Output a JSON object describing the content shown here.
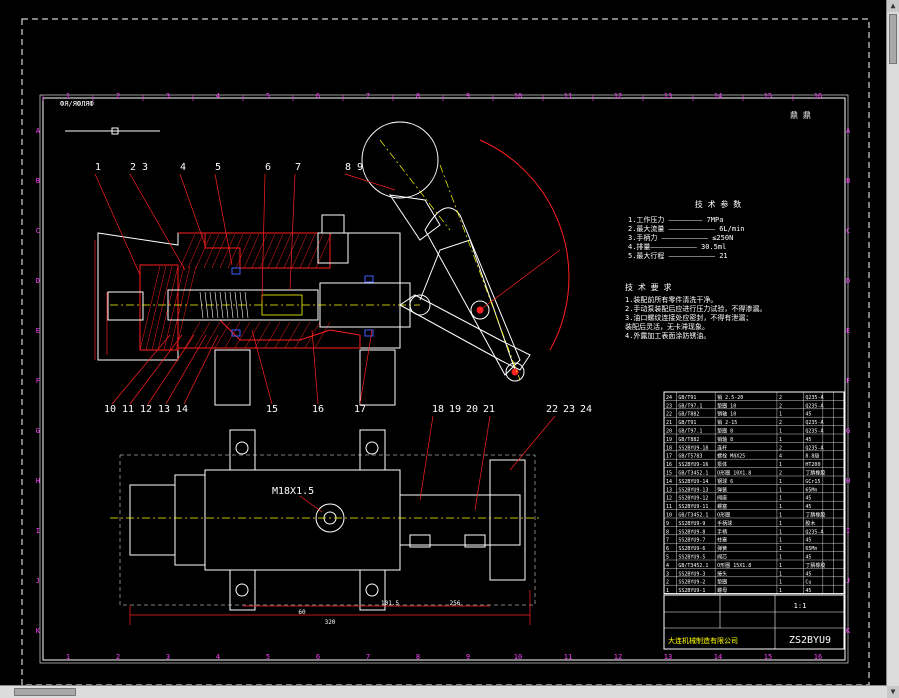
{
  "colors": {
    "background": "#000000",
    "frame": "#ffffff",
    "section_lines": "#ffffff",
    "leader_lines": "#ff2020",
    "dimension": "#ff2020",
    "grid_labels": "#ff40ff",
    "centerline": "#ffff00",
    "hidden_parts": "#ff2020",
    "hatch": "#ff2020",
    "text": "#ffffff",
    "yellow_text": "#ffff00"
  },
  "drawing": {
    "top_left_label": "ФЯ/ЯФЛЯФ",
    "top_right_label": "鼎 鼎",
    "part_numbers_top": [
      "1",
      "2 3",
      "4",
      "5",
      "6",
      "7",
      "8 9"
    ],
    "part_numbers_bottom_left": [
      "10",
      "11",
      "12",
      "13",
      "14"
    ],
    "part_numbers_bottom_mid": [
      "15",
      "16",
      "17"
    ],
    "part_numbers_right": [
      "18",
      "19",
      "20",
      "21",
      "22",
      "23",
      "24"
    ],
    "thread_label": "M18X1.5",
    "dim_bottom_1": "60",
    "dim_bottom_2": "101.5",
    "dim_bottom_3": "256",
    "dim_bottom_total": "320",
    "tech_req_title": "技 术 参 数",
    "tech_req_lines": [
      "1.工作压力 ———————— 7MPa",
      "2.最大流量 ——————————— 6L/min",
      "3.手柄力 ——————————— ≤250N",
      "4.排量——————————— 30.5ml",
      "5.最大行程 ——————————— 21"
    ],
    "notes_title": "技 术 要 求",
    "notes_lines": [
      "1.装配前所有零件清洗干净。",
      "2.手动泵装配后应进行压力试验，不得渗漏。",
      "3.油口螺纹连接处应密封，不得有泄漏；",
      "   装配后灵活，无卡滞现象。",
      "4.外露加工表面涂防锈油。"
    ],
    "company": "大连机械制造有限公司",
    "drawing_no": "ZS2BYU9",
    "title_block_scale": "1:1",
    "bom_rows": [
      [
        "24",
        "GB/T91",
        "销 2.5-20",
        "2",
        "Q235-A",
        ""
      ],
      [
        "23",
        "GB/T97.1",
        "垫圈 10",
        "2",
        "Q235-A",
        ""
      ],
      [
        "22",
        "GB/T882",
        "销轴 10",
        "1",
        "45",
        ""
      ],
      [
        "21",
        "GB/T91",
        "销 2-15",
        "2",
        "Q235-A",
        ""
      ],
      [
        "20",
        "GB/T97.1",
        "垫圈 8",
        "1",
        "Q235-A",
        ""
      ],
      [
        "19",
        "GB/T882",
        "销轴 8",
        "1",
        "45",
        ""
      ],
      [
        "18",
        "SS2BYU9-18",
        "连杆",
        "2",
        "Q235-A",
        ""
      ],
      [
        "17",
        "GB/T5783",
        "螺栓 M8X25",
        "4",
        "8.8级",
        ""
      ],
      [
        "16",
        "SS2BYU9-16",
        "泵体",
        "1",
        "HT200",
        ""
      ],
      [
        "15",
        "GB/T3452.1",
        "O形圈 10X1.8",
        "2",
        "丁腈橡胶",
        ""
      ],
      [
        "14",
        "SS2BYU9-14",
        "钢球 6",
        "1",
        "GCr15",
        ""
      ],
      [
        "13",
        "SS2BYU9-13",
        "弹簧",
        "1",
        "65Mn",
        ""
      ],
      [
        "12",
        "SS2BYU9-12",
        "阀座",
        "1",
        "45",
        ""
      ],
      [
        "11",
        "SS2BYU9-11",
        "螺塞",
        "1",
        "45",
        ""
      ],
      [
        "10",
        "GB/T3452.1",
        "O形圈",
        "1",
        "丁腈橡胶",
        ""
      ],
      [
        "9",
        "SS2BYU9-9",
        "手柄球",
        "1",
        "胶木",
        ""
      ],
      [
        "8",
        "SS2BYU9-8",
        "手柄",
        "1",
        "Q235-A",
        ""
      ],
      [
        "7",
        "SS2BYU9-7",
        "柱塞",
        "1",
        "45",
        ""
      ],
      [
        "6",
        "SS2BYU9-6",
        "弹簧",
        "1",
        "65Mn",
        ""
      ],
      [
        "5",
        "SS2BYU9-5",
        "阀芯",
        "1",
        "45",
        ""
      ],
      [
        "4",
        "GB/T3452.1",
        "O形圈 15X1.8",
        "1",
        "丁腈橡胶",
        ""
      ],
      [
        "3",
        "SS2BYU9-3",
        "接头",
        "1",
        "45",
        ""
      ],
      [
        "2",
        "SS2BYU9-2",
        "垫圈",
        "1",
        "Cu",
        ""
      ],
      [
        "1",
        "SS2BYU9-1",
        "螺母",
        "1",
        "45",
        ""
      ]
    ],
    "grid_top": [
      "1",
      "2",
      "3",
      "4",
      "5",
      "6",
      "7",
      "8",
      "9",
      "10",
      "11",
      "12",
      "13",
      "14",
      "15",
      "16"
    ],
    "grid_side": [
      "A",
      "B",
      "C",
      "D",
      "E",
      "F",
      "G",
      "H",
      "I",
      "J",
      "K"
    ]
  }
}
